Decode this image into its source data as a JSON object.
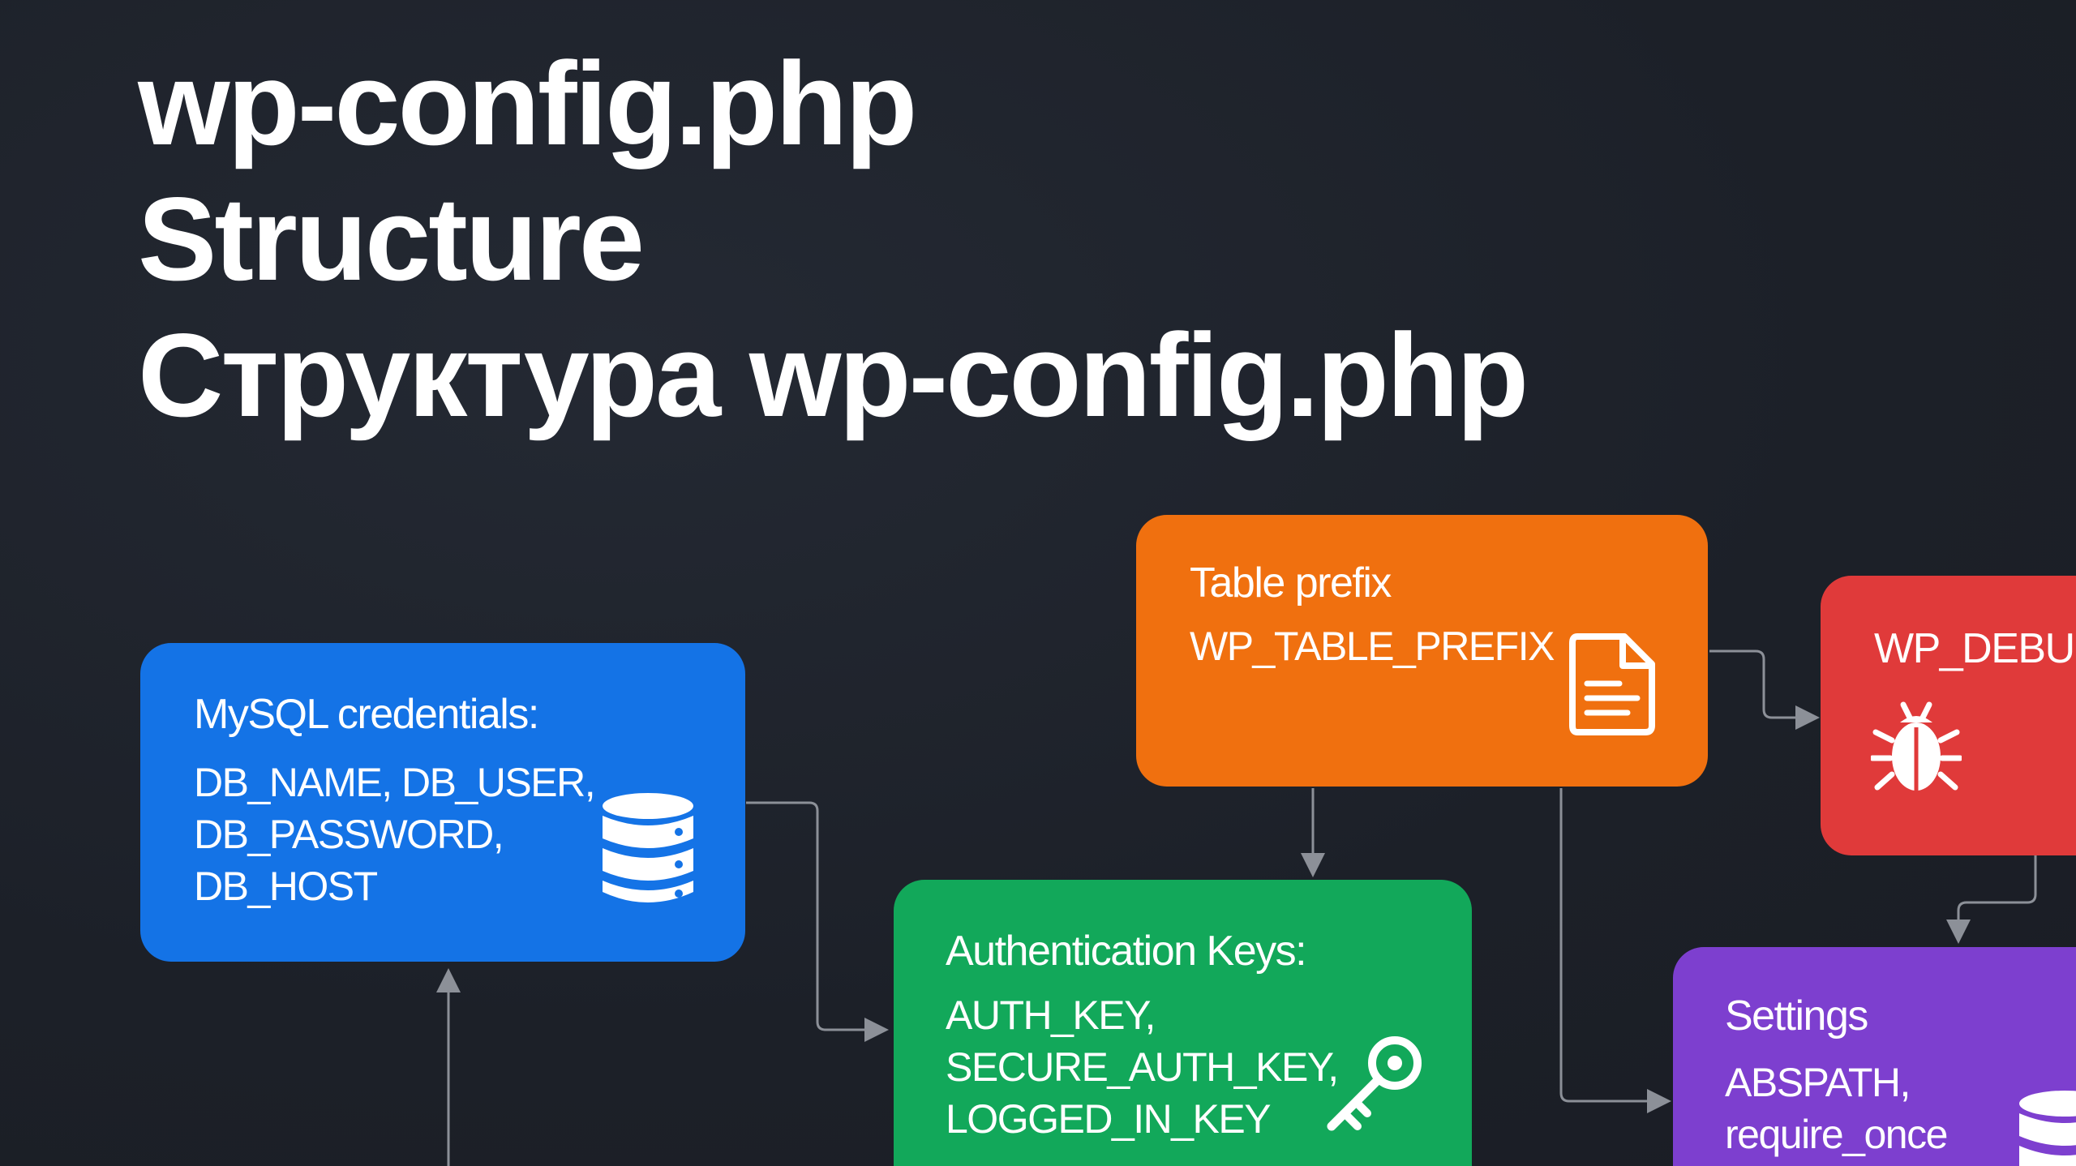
{
  "title": {
    "line1": "wp-config.php",
    "line2": "Structure",
    "line3": "Структура wp-config.php"
  },
  "nodes": {
    "mysql": {
      "heading": "MySQL credentials:",
      "body": "DB_NAME, DB_USER,\nDB_PASSWORD,\nDB_HOST",
      "icon": "database-icon",
      "color": "#1473e6"
    },
    "table_prefix": {
      "heading": "Table prefix",
      "body": "WP_TABLE_PREFIX",
      "icon": "document-icon",
      "color": "#f0700f"
    },
    "debug": {
      "heading": "WP_DEBUG",
      "icon": "bug-icon",
      "color": "#e03a3a"
    },
    "auth": {
      "heading": "Authentication Keys:",
      "body": "AUTH_KEY,\nSECURE_AUTH_KEY,\nLOGGED_IN_KEY",
      "icon": "key-icon",
      "color": "#12a85a"
    },
    "settings": {
      "heading": "Settings",
      "body": "ABSPATH,\nrequire_once",
      "icon": "database-icon",
      "color": "#7d3fcf"
    }
  },
  "connector_color": "#8c9098"
}
